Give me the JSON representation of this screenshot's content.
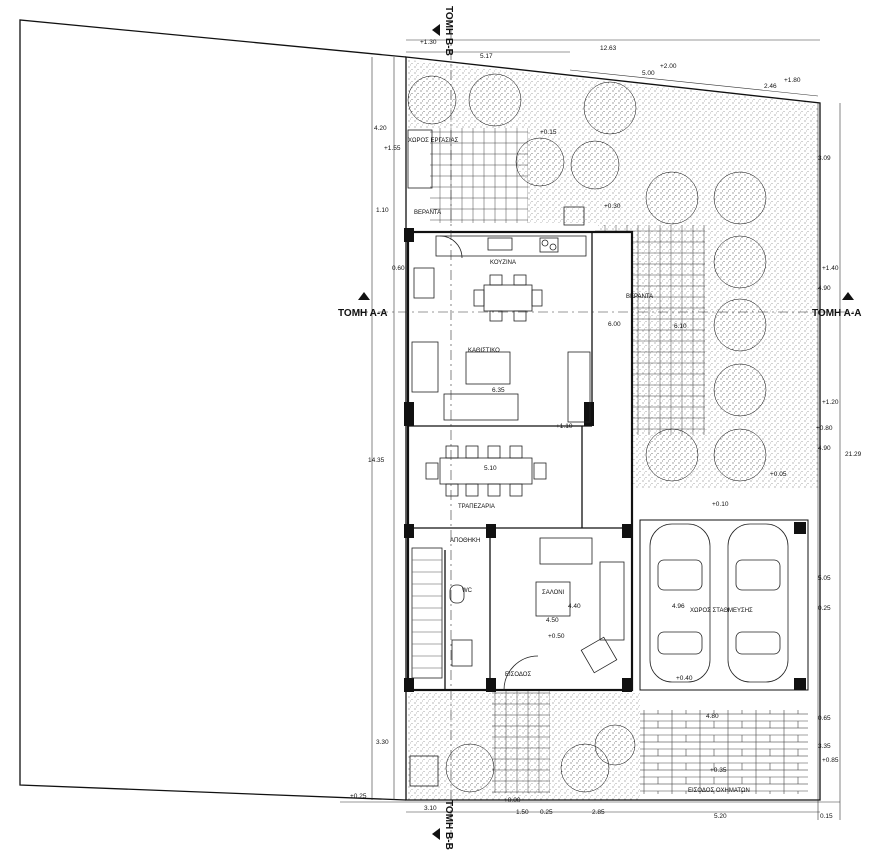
{
  "rooms": {
    "kitchen": "ΚΟΥΖΙΝΑ",
    "sitting": "ΚΑΘΙΣΤΙΚΟ",
    "dining": "ΤΡΑΠΕΖΑΡΙΑ",
    "living": "ΣΑΛΟΝΙ",
    "wc": "WC",
    "storage": "ΑΠΟΘΗΚΗ",
    "terrace_left": "ΒΕΡΑΝΤΑ",
    "terrace_right": "ΒΕΡΑΝΤΑ",
    "entrance": "ΕΙΣΟΔΟΣ",
    "parking": "ΧΩΡΟΣ ΣΤΑΘΜΕΥΣΗΣ",
    "workspace": "ΧΩΡΟΣ ΕΡΓΑΣΙΑΣ",
    "parking_entrance": "ΕΙΣΟΔΟΣ ΟΧΗΜΑΤΩΝ"
  },
  "sections": {
    "aa_left": "ΤΟΜΗ Α-Α",
    "aa_right": "ΤΟΜΗ Α-Α",
    "bb_top": "ΤΟΜΗ Β-Β",
    "bb_bottom": "ΤΟΜΗ Β-Β"
  },
  "dimensions": {
    "top_total": "12.63",
    "top_left": "5.17",
    "top_mid": "5.00",
    "top_right": "2.46",
    "left_total": "14.35",
    "left_1": "4.20",
    "left_2": "1.10",
    "left_3": "0.60",
    "left_4": "3.30",
    "right_total": "21.29",
    "right_1": "3.09",
    "right_2": "4.90",
    "right_3": "4.90",
    "right_4": "5.05",
    "right_5": "0.25",
    "right_6": "0.65",
    "right_7": "3.35",
    "bottom_1": "3.10",
    "bottom_2": "1.50",
    "bottom_3": "0.25",
    "bottom_4": "2.85",
    "bottom_5": "5.20",
    "bottom_6": "0.15",
    "kitchen_w": "6.35",
    "dining_w": "5.10",
    "living_w": "4.50",
    "living_h": "4.40",
    "parking_w": "4.80",
    "parking_h": "4.96",
    "terrace_w": "6.00",
    "terrace_h": "6.10"
  },
  "levels": {
    "l1": "+1.30",
    "l2": "+2.00",
    "l3": "+1.80",
    "l4": "+1.55",
    "l5": "+0.30",
    "l6": "+1.10",
    "l7": "+0.50",
    "l8": "+0.40",
    "l9": "+0.35",
    "l10": "+0.10",
    "l11": "+0.00",
    "l12": "+0.25",
    "l13": "+1.40",
    "l14": "+1.20",
    "l15": "+0.05",
    "l16": "+0.85",
    "l17": "+0.15",
    "l18": "+0.80"
  }
}
